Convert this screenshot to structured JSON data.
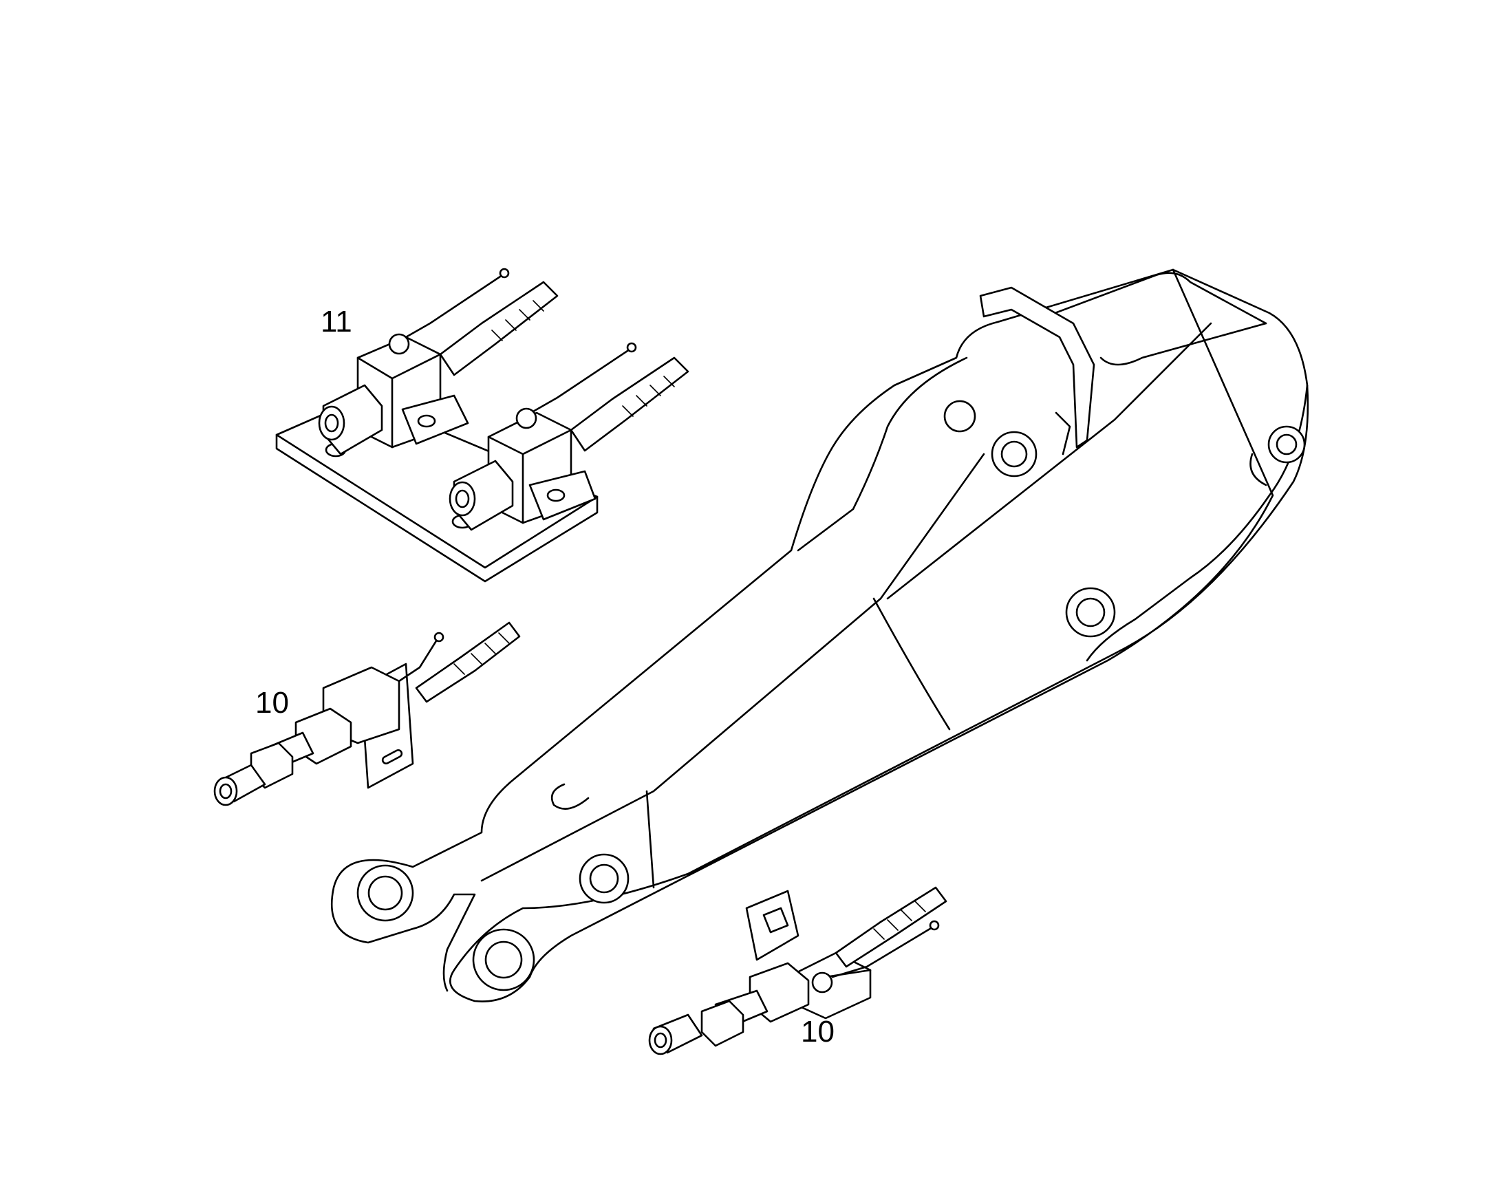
{
  "diagram": {
    "callouts": {
      "valve_pair": "11",
      "valve_left": "10",
      "valve_bottom": "10"
    },
    "colors": {
      "line": "#000000",
      "background": "#ffffff"
    }
  }
}
